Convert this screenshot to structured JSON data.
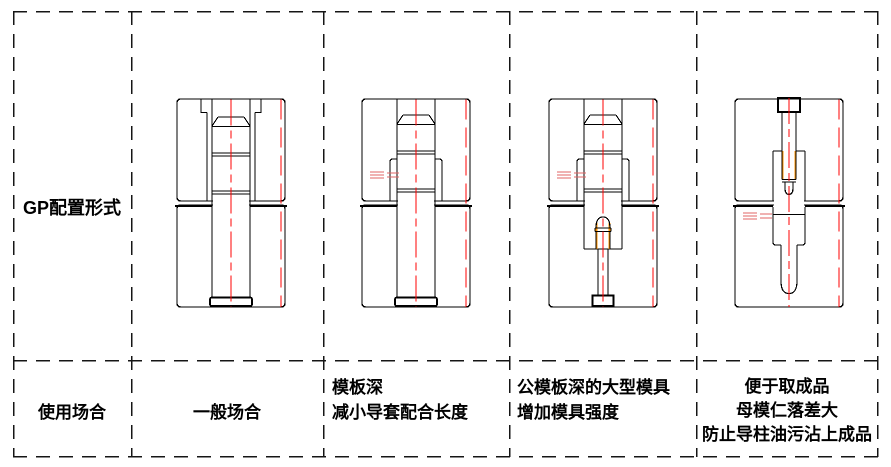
{
  "labels": {
    "config_row": "GP配置形式",
    "usage_row": "使用场合"
  },
  "columns": [
    {
      "diagram": "standard-guide-pin-full-length-bushing",
      "usage_lines": [
        "一般场合"
      ]
    },
    {
      "diagram": "short-bushing-reduced-fit-length",
      "usage_lines": [
        "模板深",
        "减小导套配合长度"
      ]
    },
    {
      "diagram": "guide-pin-with-retaining-screw-deep-core-plate",
      "usage_lines": [
        "公模板深的大型模具",
        "增加模具强度"
      ]
    },
    {
      "diagram": "inverted-guide-pin-mounted-from-top",
      "usage_lines": [
        "便于取成品",
        "母模仁落差大",
        "防止导柱油污沾上成品"
      ]
    }
  ],
  "colors": {
    "line": "#000000",
    "centerline": "#ff0000",
    "highlight": "#ff9500",
    "fit_mark": "#e06666",
    "grid": "#151515"
  }
}
